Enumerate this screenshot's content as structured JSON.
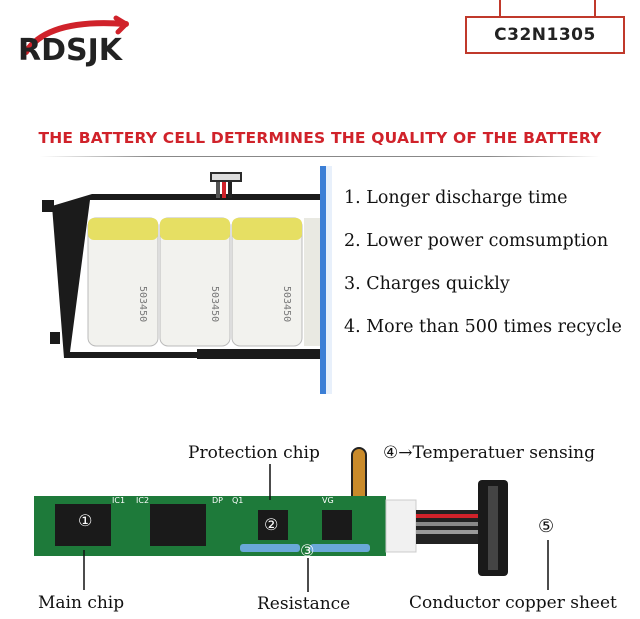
{
  "brand": {
    "logo_text": "RDSJK",
    "model": "C32N1305"
  },
  "headline": "THE BATTERY CELL DETERMINES THE QUALITY OF THE BATTERY",
  "battery_cells": [
    "503450",
    "503450",
    "503450"
  ],
  "features": [
    "1. Longer discharge time",
    "2. Lower power comsumption",
    "3. Charges quickly",
    "4. More than 500 times recycle"
  ],
  "pcb": {
    "labels": {
      "protection_chip": "Protection chip",
      "temperature": "④→Temperatuer sensing",
      "main_chip": "Main chip",
      "resistance": "Resistance",
      "copper": "Conductor copper sheet"
    },
    "markers": [
      "①",
      "②",
      "③",
      "⑤"
    ],
    "silkscreen": [
      "IC1",
      "IC2",
      "DP",
      "Q1",
      "VG"
    ]
  },
  "colors": {
    "accent": "#d0222a",
    "pcb_green": "#1e7a3a",
    "cell_yellow": "#e6df63",
    "frame_blue": "#3c7fd6"
  }
}
